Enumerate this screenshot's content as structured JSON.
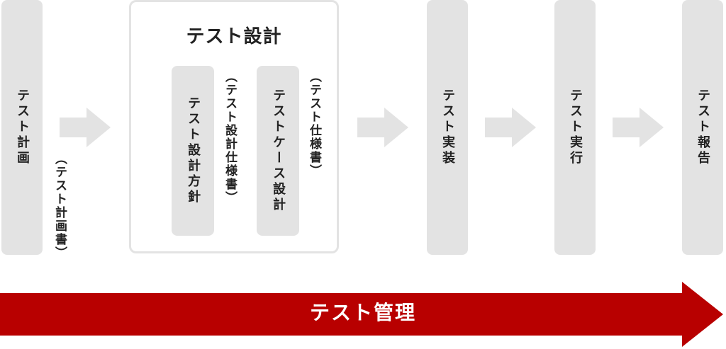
{
  "phases": {
    "planning": "テスト計画",
    "implementation": "テスト実装",
    "execution": "テスト実行",
    "reporting": "テスト報告"
  },
  "documents": {
    "plan_doc": "（テスト計画書）",
    "design_spec_doc": "（テスト設計仕様書）",
    "test_spec_doc": "（テスト仕様書）"
  },
  "design_group": {
    "title": "テスト設計",
    "policy": "テスト設計方針",
    "case_design": "テストケース設計"
  },
  "management": {
    "label": "テスト管理"
  },
  "colors": {
    "box": "#e3e3e3",
    "arrow": "#e3e3e3",
    "management": "#b80000"
  }
}
